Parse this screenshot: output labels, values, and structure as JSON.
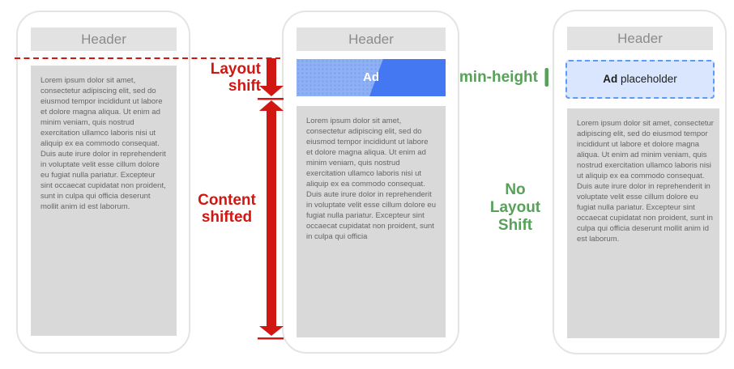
{
  "colors": {
    "accent_red": "#d11712",
    "accent_green": "#57a159",
    "ad_blue_light": "#8fb1f4",
    "ad_blue_dark": "#4478f3",
    "placeholder_bg": "#d9e6fd",
    "placeholder_border": "#5e9bf7",
    "placeholder_text": "#1f1f1f",
    "phone_border": "#e4e4e4",
    "header_bg": "#e2e2e2",
    "header_text": "#8b8b8b",
    "content_bg": "#d9d9d9",
    "content_text": "#666666",
    "page_bg": "#ffffff"
  },
  "texts": {
    "lorem_full": "Lorem ipsum dolor sit amet, consectetur adipiscing elit, sed do eiusmod tempor incididunt ut labore et dolore magna aliqua. Ut enim ad minim veniam, quis nostrud exercitation ullamco laboris nisi ut aliquip ex ea commodo consequat. Duis aute irure dolor in reprehenderit in voluptate velit esse cillum dolore eu fugiat nulla pariatur. Excepteur sint occaecat cupidatat non proident, sunt in culpa qui officia deserunt mollit anim id est laborum.",
    "lorem_truncated": "Lorem ipsum dolor sit amet, consectetur adipiscing elit, sed do eiusmod tempor incididunt ut labore et dolore magna aliqua. Ut enim ad minim veniam, quis nostrud exercitation ullamco laboris nisi ut aliquip ex ea commodo consequat. Duis aute irure dolor in reprehenderit in voluptate velit esse cillum dolore eu fugiat nulla pariatur. Excepteur sint occaecat cupidatat non proident, sunt in culpa qui officia"
  },
  "phones": {
    "before": {
      "header": "Header"
    },
    "with_ad": {
      "header": "Header",
      "ad_label": "Ad"
    },
    "with_placeholder": {
      "header": "Header",
      "placeholder_bold": "Ad",
      "placeholder_rest": " placeholder"
    }
  },
  "annotations": {
    "layout_shift": "Layout\nshift",
    "content_shifted": "Content\nshifted",
    "min_height": "min-height",
    "no_layout_shift": "No\nLayout\nShift"
  }
}
